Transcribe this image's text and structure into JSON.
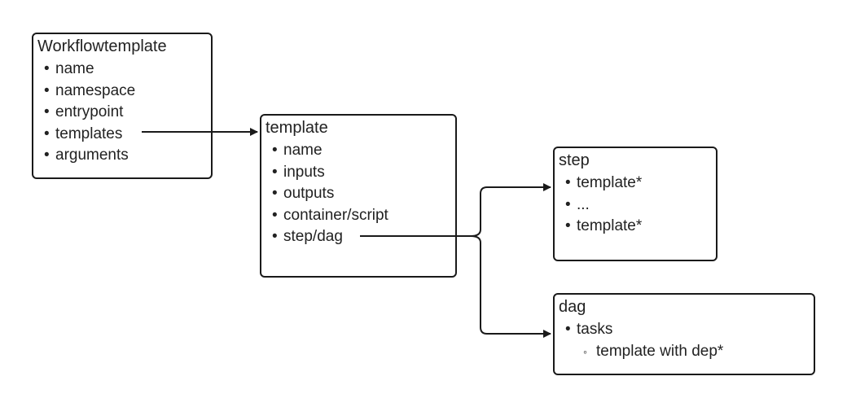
{
  "workflowtemplate": {
    "title": "Workflowtemplate",
    "items": [
      "name",
      "namespace",
      "entrypoint",
      "templates",
      "arguments"
    ]
  },
  "template": {
    "title": "template",
    "items": [
      "name",
      "inputs",
      "outputs",
      "container/script",
      "step/dag"
    ]
  },
  "step": {
    "title": "step",
    "items": [
      "template*",
      "...",
      "template*"
    ]
  },
  "dag": {
    "title": "dag",
    "items": [
      "tasks"
    ],
    "subitems": [
      "template with dep*"
    ]
  },
  "glyphs": {
    "bullet": "•",
    "sub_bullet": "◦"
  },
  "colors": {
    "stroke": "#1a1a1a",
    "text": "#222222"
  }
}
